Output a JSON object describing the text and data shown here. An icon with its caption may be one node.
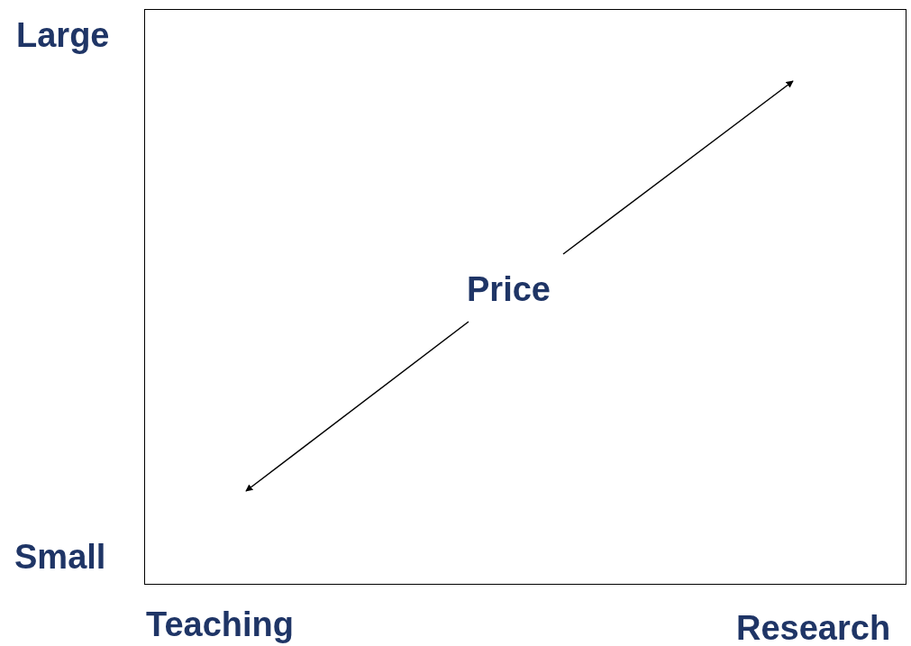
{
  "diagram": {
    "labels": [
      "Large",
      "Price",
      "Small",
      "Teaching",
      "Research"
    ]
  }
}
